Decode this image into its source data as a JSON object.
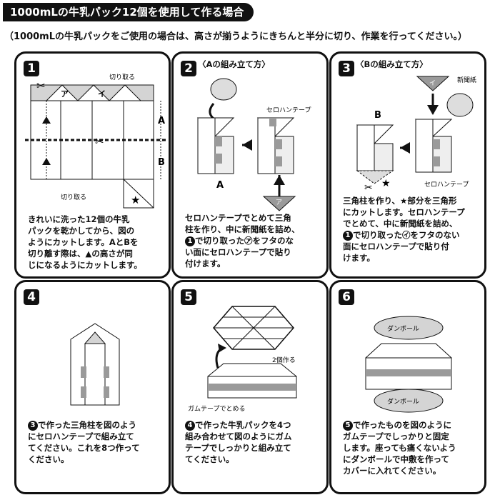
{
  "header": {
    "title": "1000mLの牛乳パック12個を使用して作る場合",
    "subtitle": "（1000mLの牛乳パックをご使用の場合は、高さが揃うようにきちんと半分に切り、作業を行ってください。）"
  },
  "steps": [
    {
      "num": "1",
      "title": "",
      "desc": "きれいに洗った12個の牛乳\nパックを乾かしてから、図の\nようにカットします。AとBを\n切り離す際は、▲の高さが同\nじになるようにカットします。",
      "labels": {
        "cut_top": "切り取る",
        "cut_bottom": "切り取る",
        "a": "A",
        "b": "B",
        "mark_a": "ア",
        "mark_i": "イ"
      }
    },
    {
      "num": "2",
      "title": "〈Aの組み立て方〉",
      "desc_mark": "1",
      "desc_pre": "セロハンテープでとめて三角\n柱を作り、中に新聞紙を詰め、\n",
      "desc_post": "で切り取った㋐をフタのな\nい面にセロハンテープで貼り\n付けます。",
      "labels": {
        "tape": "セロハンテープ",
        "a": "A",
        "mark": "ア"
      }
    },
    {
      "num": "3",
      "title": "〈Bの組み立て方〉",
      "desc_mark": "1",
      "desc_pre": "三角柱を作り、★部分を三角形\nにカットします。セロハンテープ\nでとめて、中に新聞紙を詰め、\n",
      "desc_post": "で切り取った㋑をフタのない\n面にセロハンテープで貼り付\nけます。",
      "labels": {
        "newspaper": "新聞紙",
        "tape": "セロハンテープ",
        "b": "B",
        "mark": "イ"
      }
    },
    {
      "num": "4",
      "title": "",
      "desc_mark": "3",
      "desc_post": "で作った三角柱を図のよう\nにセロハンテープで組み立て\nてください。これを8つ作って\nください。"
    },
    {
      "num": "5",
      "title": "",
      "desc_mark": "4",
      "desc_post": "で作った牛乳パックを4つ\n組み合わせて図のようにガム\nテープでしっかりと組み立て\nてください。",
      "labels": {
        "twice": "2個作る",
        "gum": "ガムテープでとめる"
      }
    },
    {
      "num": "6",
      "title": "",
      "desc_mark": "5",
      "desc_post": "で作ったものを図のように\nガムテープでしっかりと固定\nします。座っても痛くないよう\nにダンボールで中敷を作って\nカバーに入れてください。",
      "labels": {
        "cardboard_top": "ダンボール",
        "cardboard_bottom": "ダンボール"
      }
    }
  ],
  "colors": {
    "dark": "#111111",
    "gray": "#9a9a9a",
    "light": "#d4d4d4",
    "tape": "#b8b8b8"
  }
}
